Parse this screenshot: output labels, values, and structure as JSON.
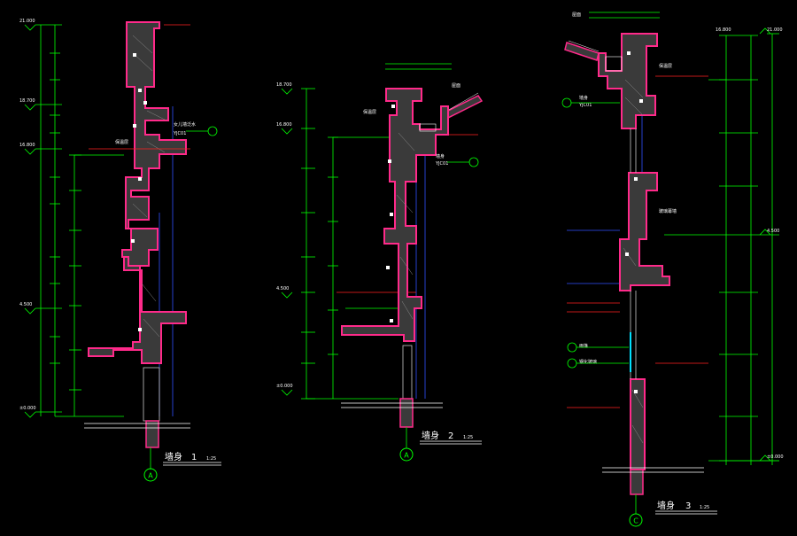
{
  "colors": {
    "background": "#000000",
    "wall_fill": "#3a3a3a",
    "wall_outline": "#ff2a8a",
    "wall_edge": "#ffffff",
    "dimension": "#00ff00",
    "red_line": "#ff2020",
    "blue_line": "#3050ff",
    "cyan": "#00e0ff",
    "label": "#ffffff",
    "title": "#ffffff"
  },
  "sections": [
    {
      "title": "墙身",
      "number": "1",
      "scale": "1:25",
      "axis": "A",
      "notes": [
        "女儿墙泛水",
        "YJC01",
        "保温层"
      ],
      "elevations": [
        "21.000",
        "18.700",
        "16.800",
        "4.500",
        "±0.000"
      ]
    },
    {
      "title": "墙身",
      "number": "2",
      "scale": "1:25",
      "axis": "A",
      "notes": [
        "屋面",
        "保温层",
        "墙身",
        "YJC01"
      ],
      "elevations": [
        "18.700",
        "16.800",
        "4.500",
        "±0.000"
      ]
    },
    {
      "title": "墙身",
      "number": "3",
      "scale": "1:25",
      "axis": "C",
      "notes": [
        "屋面",
        "保温层",
        "墙身",
        "YJC01",
        "玻璃幕墙",
        "雨篷",
        "钢化玻璃"
      ],
      "elevations": [
        "21.000",
        "16.800",
        "4.500",
        "±0.000"
      ]
    }
  ]
}
